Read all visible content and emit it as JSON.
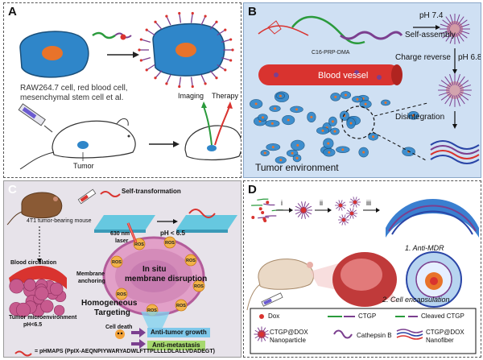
{
  "panels": {
    "a": {
      "label": "A",
      "cell_caption_line1": "RAW264.7 cell, red blood cell,",
      "cell_caption_line2": "mesenchymal stem cell et al.",
      "imaging": "Imaging",
      "therapy": "Therapy",
      "tumor": "Tumor"
    },
    "b": {
      "label": "B",
      "ph74": "pH 7.4",
      "self_assembly": "Self-assembly",
      "charge_reverse": "Charge reverse",
      "ph68": "pH 6.8",
      "polymer": "C16-PRP-DMA",
      "blood_vessel": "Blood vessel",
      "disintegration": "Disintegration",
      "tumor_environment": "Tumor environment"
    },
    "c": {
      "label": "C",
      "mouse": "4T1 tumor-bearing mouse",
      "self_transformation": "Self-transformation",
      "ph_lt": "pH < 6.5",
      "laser": "630 nm",
      "laser2": "laser",
      "in_situ": "In situ",
      "membrane_disruption": "membrane disruption",
      "ros": "ROS",
      "blood_circulation": "Blood circulation",
      "membrane_anchoring1": "Membrane",
      "membrane_anchoring2": "anchoring",
      "homogeneous1": "Homogeneous",
      "homogeneous2": "Targeting",
      "tme1": "Tumor microenvironment",
      "tme2": "pH<6.5",
      "cell_death": "Cell death",
      "anti_tumor": "Anti-tumor growth",
      "anti_metastasis": "Anti-metastasis",
      "sequence": "= pHMAPS (PpIX-AEQNPIYWARYADWLFTTPLLLLDLALLVDADEGT)"
    },
    "d": {
      "label": "D",
      "step_i": "i",
      "step_ii": "ii",
      "step_iii": "iii",
      "anti_mdr": "1. Anti-MDR",
      "cell_encap": "2. Cell encapsulation",
      "legend": {
        "dox": "Dox",
        "ctgp": "CTGP",
        "cleaved": "Cleaved CTGP",
        "np1": "CTGP@DOX",
        "np2": "Nanoparticle",
        "cathepsin": "Cathepsin B",
        "nf1": "CTGP@DOX",
        "nf2": "Nanofiber"
      }
    }
  },
  "colors": {
    "panel_b_bg": "#cfe0f3",
    "panel_c_bg": "#e7e3ea",
    "cell_blue": "#2f86c9",
    "nucleus": "#e8732a",
    "vessel_red": "#d9332f",
    "peptide_purple": "#7b3f8f"
  }
}
